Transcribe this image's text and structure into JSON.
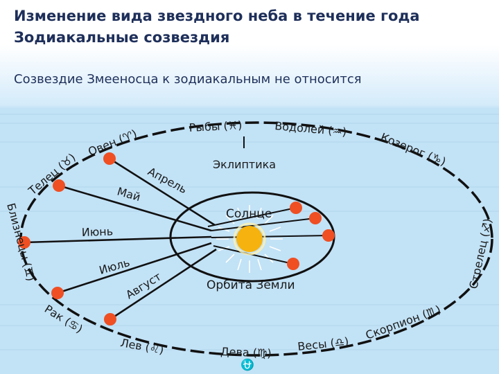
{
  "header": {
    "title_line1": "Изменение вида звездного неба в течение года",
    "title_line2": "Зодиакальные созвездия",
    "note": "Созвездие Змееносца к зодиакальным не относится"
  },
  "diagram": {
    "colors": {
      "background": "#c2e2f6",
      "line": "#111111",
      "point": "#ef4f23",
      "sun": "#f6b20e"
    },
    "center_label": "Солнце",
    "orbit_label": "Орбита Земли",
    "ecliptic_label": "Эклиптика",
    "constellations": [
      "Рыбы (♓)",
      "Водолей (♒)",
      "Козерог (♑)",
      "Стрелец (♐)",
      "Скорпион (♏)",
      "Весы (♎)",
      "Дева (♍)",
      "Лев (♌)",
      "Рак (♋)",
      "Близнецы (♊)",
      "Телец (♉)",
      "Овен (♈)"
    ],
    "months": [
      "Апрель",
      "Май",
      "Июнь",
      "Июль",
      "Август"
    ],
    "ophiuchus_symbol": "⛎"
  }
}
